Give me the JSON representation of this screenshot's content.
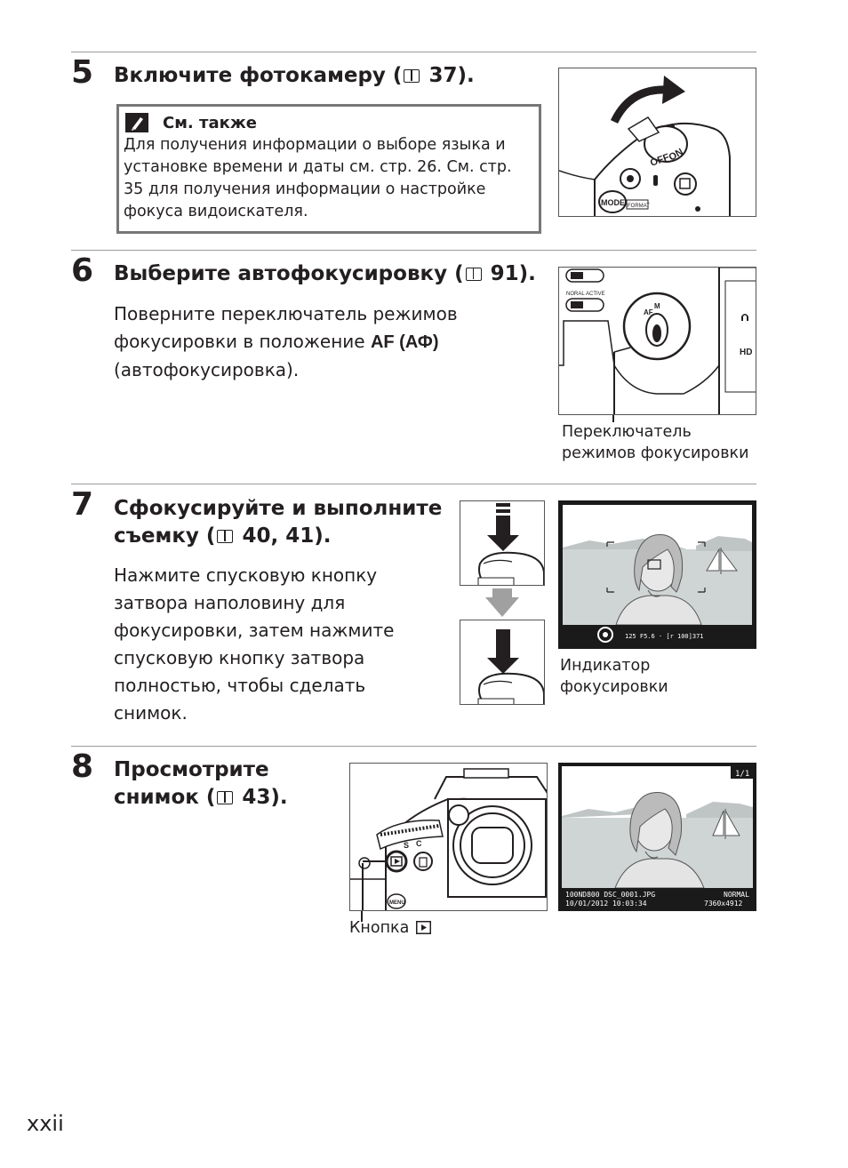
{
  "steps": [
    {
      "number": "5",
      "title_pre": "Включите фотокамеру (",
      "title_ref": "37).",
      "note_heading": "См. также",
      "note_lines": [
        "Для получения информации о выборе языка и",
        "установке времени и даты см. стр. 26. См. стр.",
        "35 для получения информации о настройке",
        "фокуса видоискателя."
      ],
      "image_labels": [
        "OFF",
        "ON",
        "MODE",
        "FORMAT"
      ]
    },
    {
      "number": "6",
      "title_pre": "Выберите автофокусировку (",
      "title_ref": "91).",
      "body_lines": [
        "Поверните переключатель режимов",
        "фокусировки в положение ",
        "(автофокусировка)."
      ],
      "body_bold": "AF (АФ)",
      "caption_lines": [
        "Переключатель",
        "режимов фокусировки"
      ],
      "image_labels": [
        "NORAL",
        "ACTIVE",
        "AF",
        "M",
        "HD"
      ]
    },
    {
      "number": "7",
      "title_lines": [
        "Сфокусируйте и выполните",
        "съемку ("
      ],
      "title_ref": "40, 41).",
      "body_lines": [
        "Нажмите спусковую кнопку",
        "затвора наполовину для",
        "фокусировки, затем нажмите",
        "спусковую кнопку затвора",
        "полностью, чтобы сделать",
        "снимок."
      ],
      "caption_lines": [
        "Индикатор",
        "фокусировки"
      ],
      "viewfinder_readout": "125  F5.6  ·   [r 100]371"
    },
    {
      "number": "8",
      "title_lines": [
        "Просмотрите",
        "снимок ("
      ],
      "title_ref": "43).",
      "caption": "Кнопка",
      "image_labels": [
        "S",
        "C",
        "MENU"
      ],
      "playback": {
        "counter": "1/1",
        "folder_file": "100ND800 DSC_0001.JPG",
        "quality": "NORMAL",
        "datetime": "10/01/2012 10:03:34",
        "size": "7360x4912"
      }
    }
  ],
  "page_number": "xxii"
}
